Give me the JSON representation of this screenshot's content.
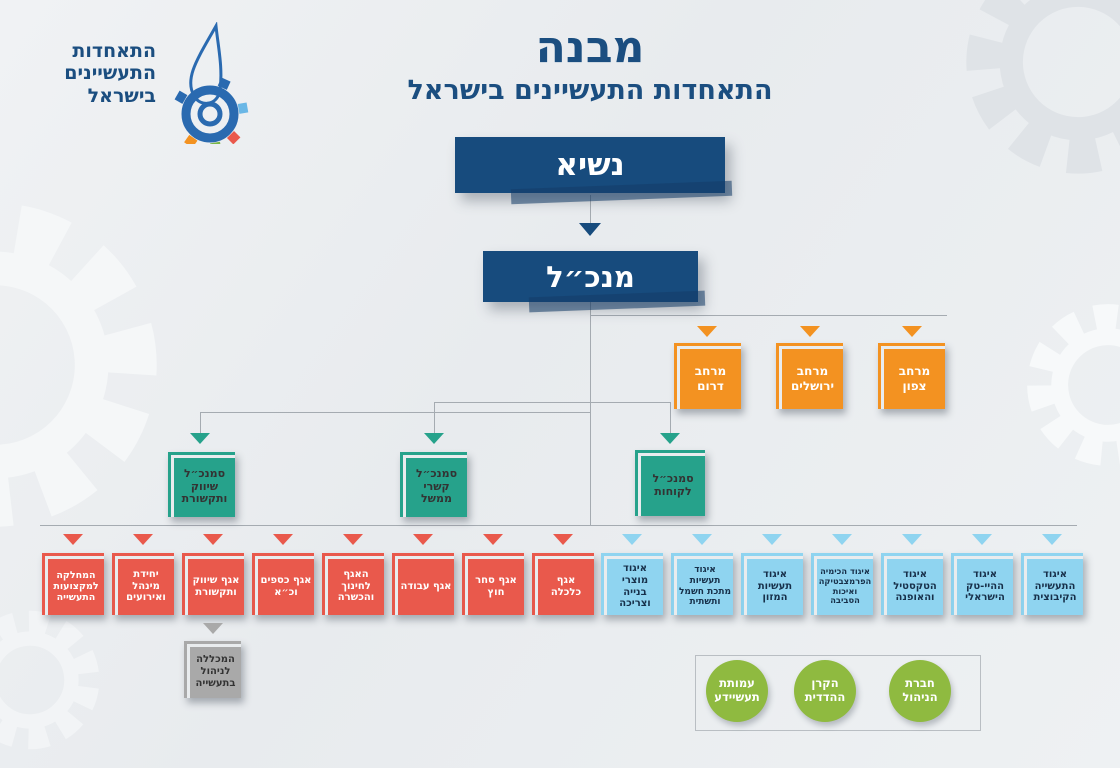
{
  "colors": {
    "primary_blue": "#174b7d",
    "orange": "#f39221",
    "teal": "#26a28b",
    "red": "#e9594c",
    "light_blue": "#8fd4f0",
    "gray": "#a9a9a9",
    "green": "#8fba40",
    "connector_line": "#a5abb1"
  },
  "logo": {
    "line1": "התאחדות",
    "line2": "התעשיינים",
    "line3": "בישראל"
  },
  "header": {
    "title": "מבנה",
    "subtitle": "התאחדות התעשיינים בישראל"
  },
  "executives": {
    "president": "נשיא",
    "ceo": "מנכ״ל"
  },
  "regions": [
    {
      "label": "מרחב צפון"
    },
    {
      "label": "מרחב ירושלים"
    },
    {
      "label": "מרחב דרום"
    }
  ],
  "vps": [
    {
      "label": "סמנכ״ל לקוחות"
    },
    {
      "label": "סמנכ״ל קשרי ממשל"
    },
    {
      "label": "סמנכ״ל שיווק ותקשורת"
    }
  ],
  "departments": [
    {
      "label": "אגף כלכלה"
    },
    {
      "label": "אגף סחר חוץ"
    },
    {
      "label": "אגף עבודה"
    },
    {
      "label": "האגף לחינוך והכשרה"
    },
    {
      "label": "אגף כספים וכ״א"
    },
    {
      "label": "אגף שיווק ותקשורת"
    },
    {
      "label": "יחידת מינהל ואירועים"
    },
    {
      "label": "המחלקה למקצועות התעשייה"
    }
  ],
  "associations": [
    {
      "label": "איגוד התעשייה הקיבוצית"
    },
    {
      "label": "איגוד ההיי-טק הישראלי"
    },
    {
      "label": "איגוד הטקסטיל והאופנה"
    },
    {
      "label": "איגוד הכימיה הפרמצבטיקה ואיכות הסביבה"
    },
    {
      "label": "איגוד תעשיות המזון"
    },
    {
      "label": "איגוד תעשיות מתכת חשמל ותשתית"
    },
    {
      "label": "איגוד מוצרי בנייה וצריכה"
    }
  ],
  "college": {
    "label": "המכללה לניהול בתעשייה"
  },
  "subsidiaries": [
    {
      "label": "חברת הניהול"
    },
    {
      "label": "הקרן ההדדית"
    },
    {
      "label": "עמותת תעשיידע"
    }
  ]
}
